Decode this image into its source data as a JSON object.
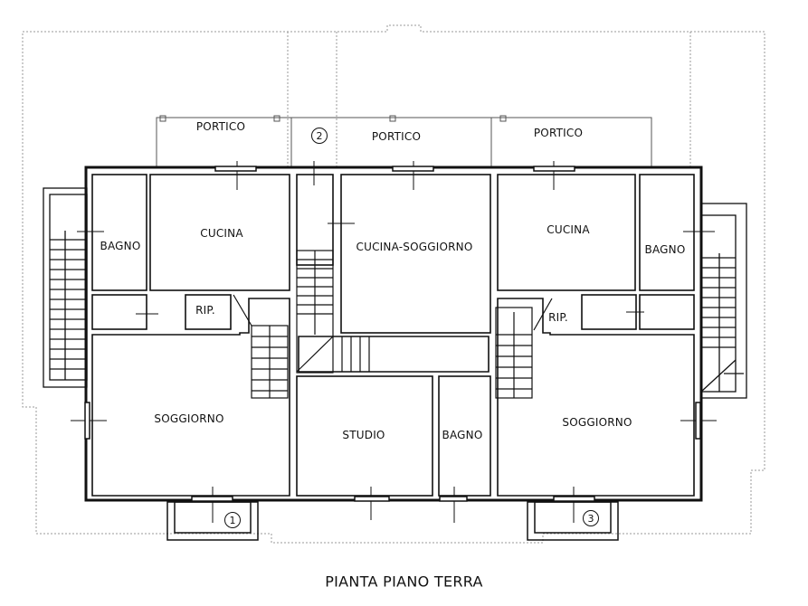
{
  "title": "PIANTA PIANO TERRA",
  "rooms": {
    "portico_left": "PORTICO",
    "portico_center": "PORTICO",
    "portico_right": "PORTICO",
    "bagno_left": "BAGNO",
    "cucina_left": "CUCINA",
    "rip_left": "RIP.",
    "soggiorno_left": "SOGGIORNO",
    "cucina_soggiorno": "CUCINA-SOGGIORNO",
    "studio": "STUDIO",
    "bagno_center": "BAGNO",
    "cucina_right": "CUCINA",
    "bagno_right": "BAGNO",
    "rip_right": "RIP.",
    "soggiorno_right": "SOGGIORNO"
  },
  "markers": {
    "unit_1": "1",
    "unit_2": "2",
    "unit_3": "3"
  },
  "colors": {
    "wall": "#111111",
    "dashed": "#888888",
    "background": "#ffffff"
  }
}
